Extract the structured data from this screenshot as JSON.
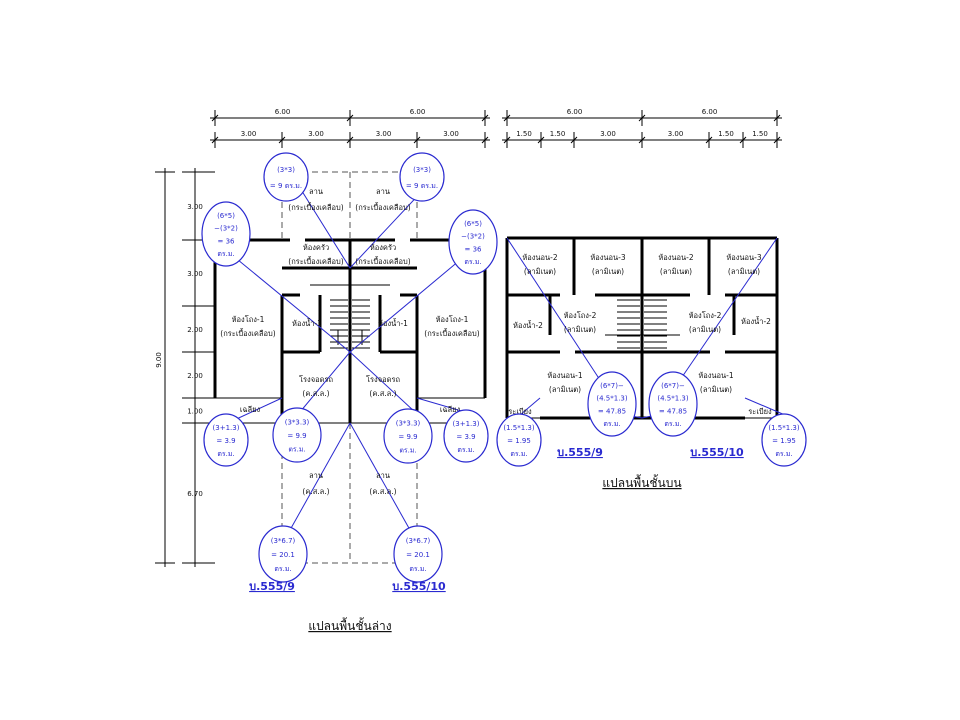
{
  "colors": {
    "annotation": "#2a2ad0",
    "wall": "#000000"
  },
  "dimensions": {
    "lower_top_row1": [
      "6.00",
      "6.00"
    ],
    "lower_top_row2": [
      "3.00",
      "3.00",
      "3.00",
      "3.00"
    ],
    "upper_top_row1": [
      "6.00",
      "6.00"
    ],
    "upper_top_row2": [
      "1.50",
      "1.50",
      "3.00",
      "3.00",
      "1.50",
      "1.50"
    ],
    "left_total": "9.00",
    "left_segments": [
      "3.00",
      "3.00",
      "2.00",
      "2.00",
      "1.00",
      "6.70"
    ]
  },
  "lower_plan": {
    "title": "แปลนพื้นชั้นล่าง",
    "unit_labels": [
      "บ.555/9",
      "บ.555/10"
    ],
    "rooms": {
      "court_top": "ลาน",
      "court_top_mat": "(กระเบื้องเคลือบ)",
      "kitchen": "ห้องครัว",
      "kitchen_mat": "(กระเบื้องเคลือบ)",
      "hall": "ห้องโถง-1",
      "hall_mat": "(กระเบื้องเคลือบ)",
      "bath": "ห้องน้ำ-1",
      "garage": "โรงจอดรถ",
      "garage_mat": "(ค.ส.ล.)",
      "porch": "เฉลียง",
      "court_bottom": "ลาน",
      "court_bottom_mat": "(ค.ส.ล.)"
    },
    "areas": {
      "court_top": [
        "(3*3)",
        "= 9 ตร.ม."
      ],
      "main": [
        "(6*5)",
        "−(3*2)",
        "= 36",
        "ตร.ม."
      ],
      "porch": [
        "(3+1.3)",
        "= 3.9",
        "ตร.ม."
      ],
      "garage": [
        "(3*3.3)",
        "= 9.9",
        "ตร.ม."
      ],
      "court_bottom": [
        "(3*6.7)",
        "= 20.1",
        "ตร.ม."
      ]
    }
  },
  "upper_plan": {
    "title": "แปลนพื้นชั้นบน",
    "unit_labels": [
      "บ.555/9",
      "บ.555/10"
    ],
    "rooms": {
      "bed2": "ห้องนอน-2",
      "bed3": "ห้องนอน-3",
      "bed1": "ห้องนอน-1",
      "bath": "ห้องน้ำ-2",
      "hall": "ห้องโถง-2",
      "balcony": "ระเบียง",
      "mat": "(ลามิเนต)"
    },
    "areas": {
      "main": [
        "(6*7)−",
        "(4.5*1.3)",
        "= 47.85",
        "ตร.ม."
      ],
      "balcony": [
        "(1.5*1.3)",
        "= 1.95",
        "ตร.ม."
      ]
    }
  }
}
